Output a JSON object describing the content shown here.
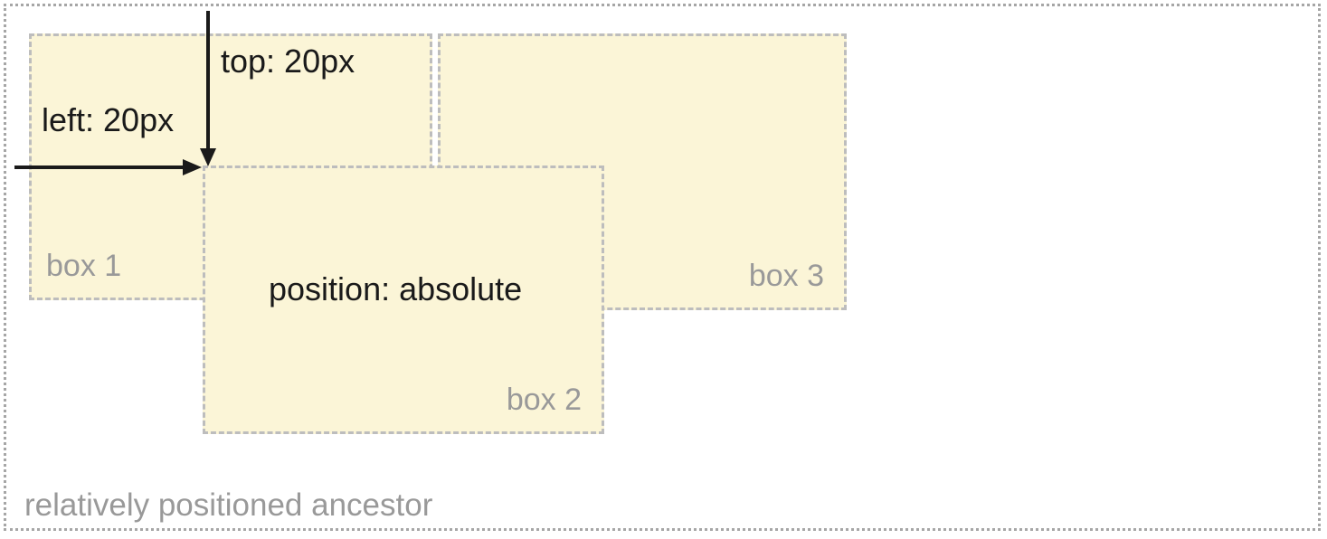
{
  "ancestor": {
    "label": "relatively positioned ancestor"
  },
  "boxes": {
    "box1": {
      "label": "box 1"
    },
    "box2": {
      "label": "box 2",
      "title": "position: absolute"
    },
    "box3": {
      "label": "box 3"
    }
  },
  "annotations": {
    "top": "top: 20px",
    "left": "left: 20px"
  },
  "colors": {
    "box_fill": "#fbf5d7",
    "box_border": "#bdbdbd",
    "ancestor_border": "#a6a6a6",
    "muted_text": "#999999",
    "dark_text": "#1a1a1a",
    "arrow": "#1a1a1a"
  }
}
